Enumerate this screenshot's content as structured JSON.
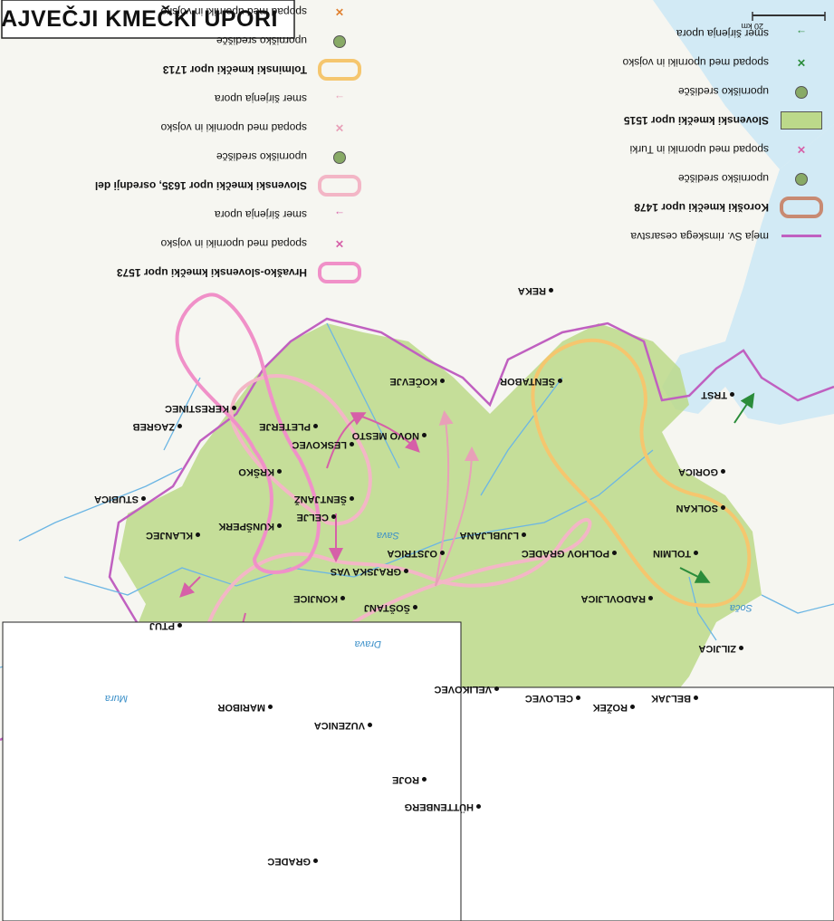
{
  "title": "NAJVEČJI KMEČKI UPORI",
  "scale_label": "20 km",
  "colors": {
    "sea": "#d2eaf5",
    "land": "#f4f4ef",
    "slovenian_area": "#bcd98a",
    "border_hre": "#c060c0",
    "korosko": "#c88a72",
    "tolminski": "#f5c66e",
    "slovenski_1635": "#f3b6c6",
    "hrvasko": "#f090c8",
    "green_arrow": "#2a8c3a",
    "pink_arrow": "#d660a8",
    "light_pink_arrow": "#e8a0b8"
  },
  "legend_right": [
    {
      "kind": "line",
      "name": "meja-hre",
      "label": "meja Sv. rimskega cesarstva"
    },
    {
      "kind": "head",
      "name": "korosko",
      "label": "Koroški kmečki upor 1478"
    },
    {
      "kind": "item",
      "name": "center-korosko",
      "label": "uporniško središče"
    },
    {
      "kind": "item",
      "name": "clash-turks",
      "label": "spopad med uporniki in Turki"
    },
    {
      "kind": "head",
      "name": "slovenski-1515",
      "label": "Slovenski kmečki upor 1515"
    },
    {
      "kind": "item",
      "name": "center-1515",
      "label": "uporniško središče"
    },
    {
      "kind": "item",
      "name": "clash-1515",
      "label": "spopad med uporniki in vojsko"
    },
    {
      "kind": "item",
      "name": "arrow-1515",
      "label": "smer širjenja upora"
    }
  ],
  "legend_left": [
    {
      "kind": "head",
      "name": "hrvasko-1573",
      "label": "Hrvaško-slovenski kmečki upor 1573"
    },
    {
      "kind": "item",
      "name": "clash-1573",
      "label": "spopad med uporniki in vojsko"
    },
    {
      "kind": "item",
      "name": "arrow-1573",
      "label": "smer širjenja upora"
    },
    {
      "kind": "head",
      "name": "slovenski-1635",
      "label": "Slovenski kmečki upor 1635, osrednji del"
    },
    {
      "kind": "item",
      "name": "center-1635",
      "label": "uporniško središče"
    },
    {
      "kind": "item",
      "name": "clash-1635",
      "label": "spopad med uporniki in vojsko"
    },
    {
      "kind": "item",
      "name": "arrow-1635",
      "label": "smer širjenja upora"
    },
    {
      "kind": "head",
      "name": "tolminski-1713",
      "label": "Tolminski kmečki upor 1713"
    },
    {
      "kind": "item",
      "name": "center-1713",
      "label": "uporniško središče"
    },
    {
      "kind": "item",
      "name": "clash-1713",
      "label": "spopad med uporniki in vojsko"
    }
  ],
  "places": {
    "gradec": "GRADEC",
    "huttenberg": "HÜTTENBERG",
    "velikovec": "VELIKOVEC",
    "celovec": "CELOVEC",
    "rozek": "ROŽEK",
    "beljak": "BELJAK",
    "ziljica": "ZILJICA",
    "roje": "ROJE",
    "vuzenica": "VUZENICA",
    "maribor": "MARIBOR",
    "ptuj": "PTUJ",
    "konjice": "KONJICE",
    "celje": "CELJE",
    "sostanj": "ŠOŠTANJ",
    "grajska_vas": "GRAJSKA VAS",
    "ojstrica": "OJSTRICA",
    "radovljica": "RADOVLJICA",
    "tolmin": "TOLMIN",
    "solkan": "SOLKAN",
    "gorica": "GORICA",
    "trst": "TRST",
    "polhov_gradec": "POLHOV GRADEC",
    "ljubljana": "LJUBLJANA",
    "sentjanz": "ŠENTJANŽ",
    "sentabor": "ŠENTABOR",
    "kocevje": "KOČEVJE",
    "novo_mesto": "NOVO MESTO",
    "leskovec": "LESKOVEC",
    "krsko": "KRŠKO",
    "kunsperk": "KUNŠPERK",
    "klanjec": "KLANJEC",
    "stubica": "STUBICA",
    "zagreb": "ZAGREB",
    "kerestinec": "KERESTINEC",
    "pleterje": "PLETERJE",
    "reka": "REKA"
  },
  "rivers": {
    "drava": "Drava",
    "mura": "Mura",
    "sava": "Sava",
    "soca": "Soča"
  }
}
